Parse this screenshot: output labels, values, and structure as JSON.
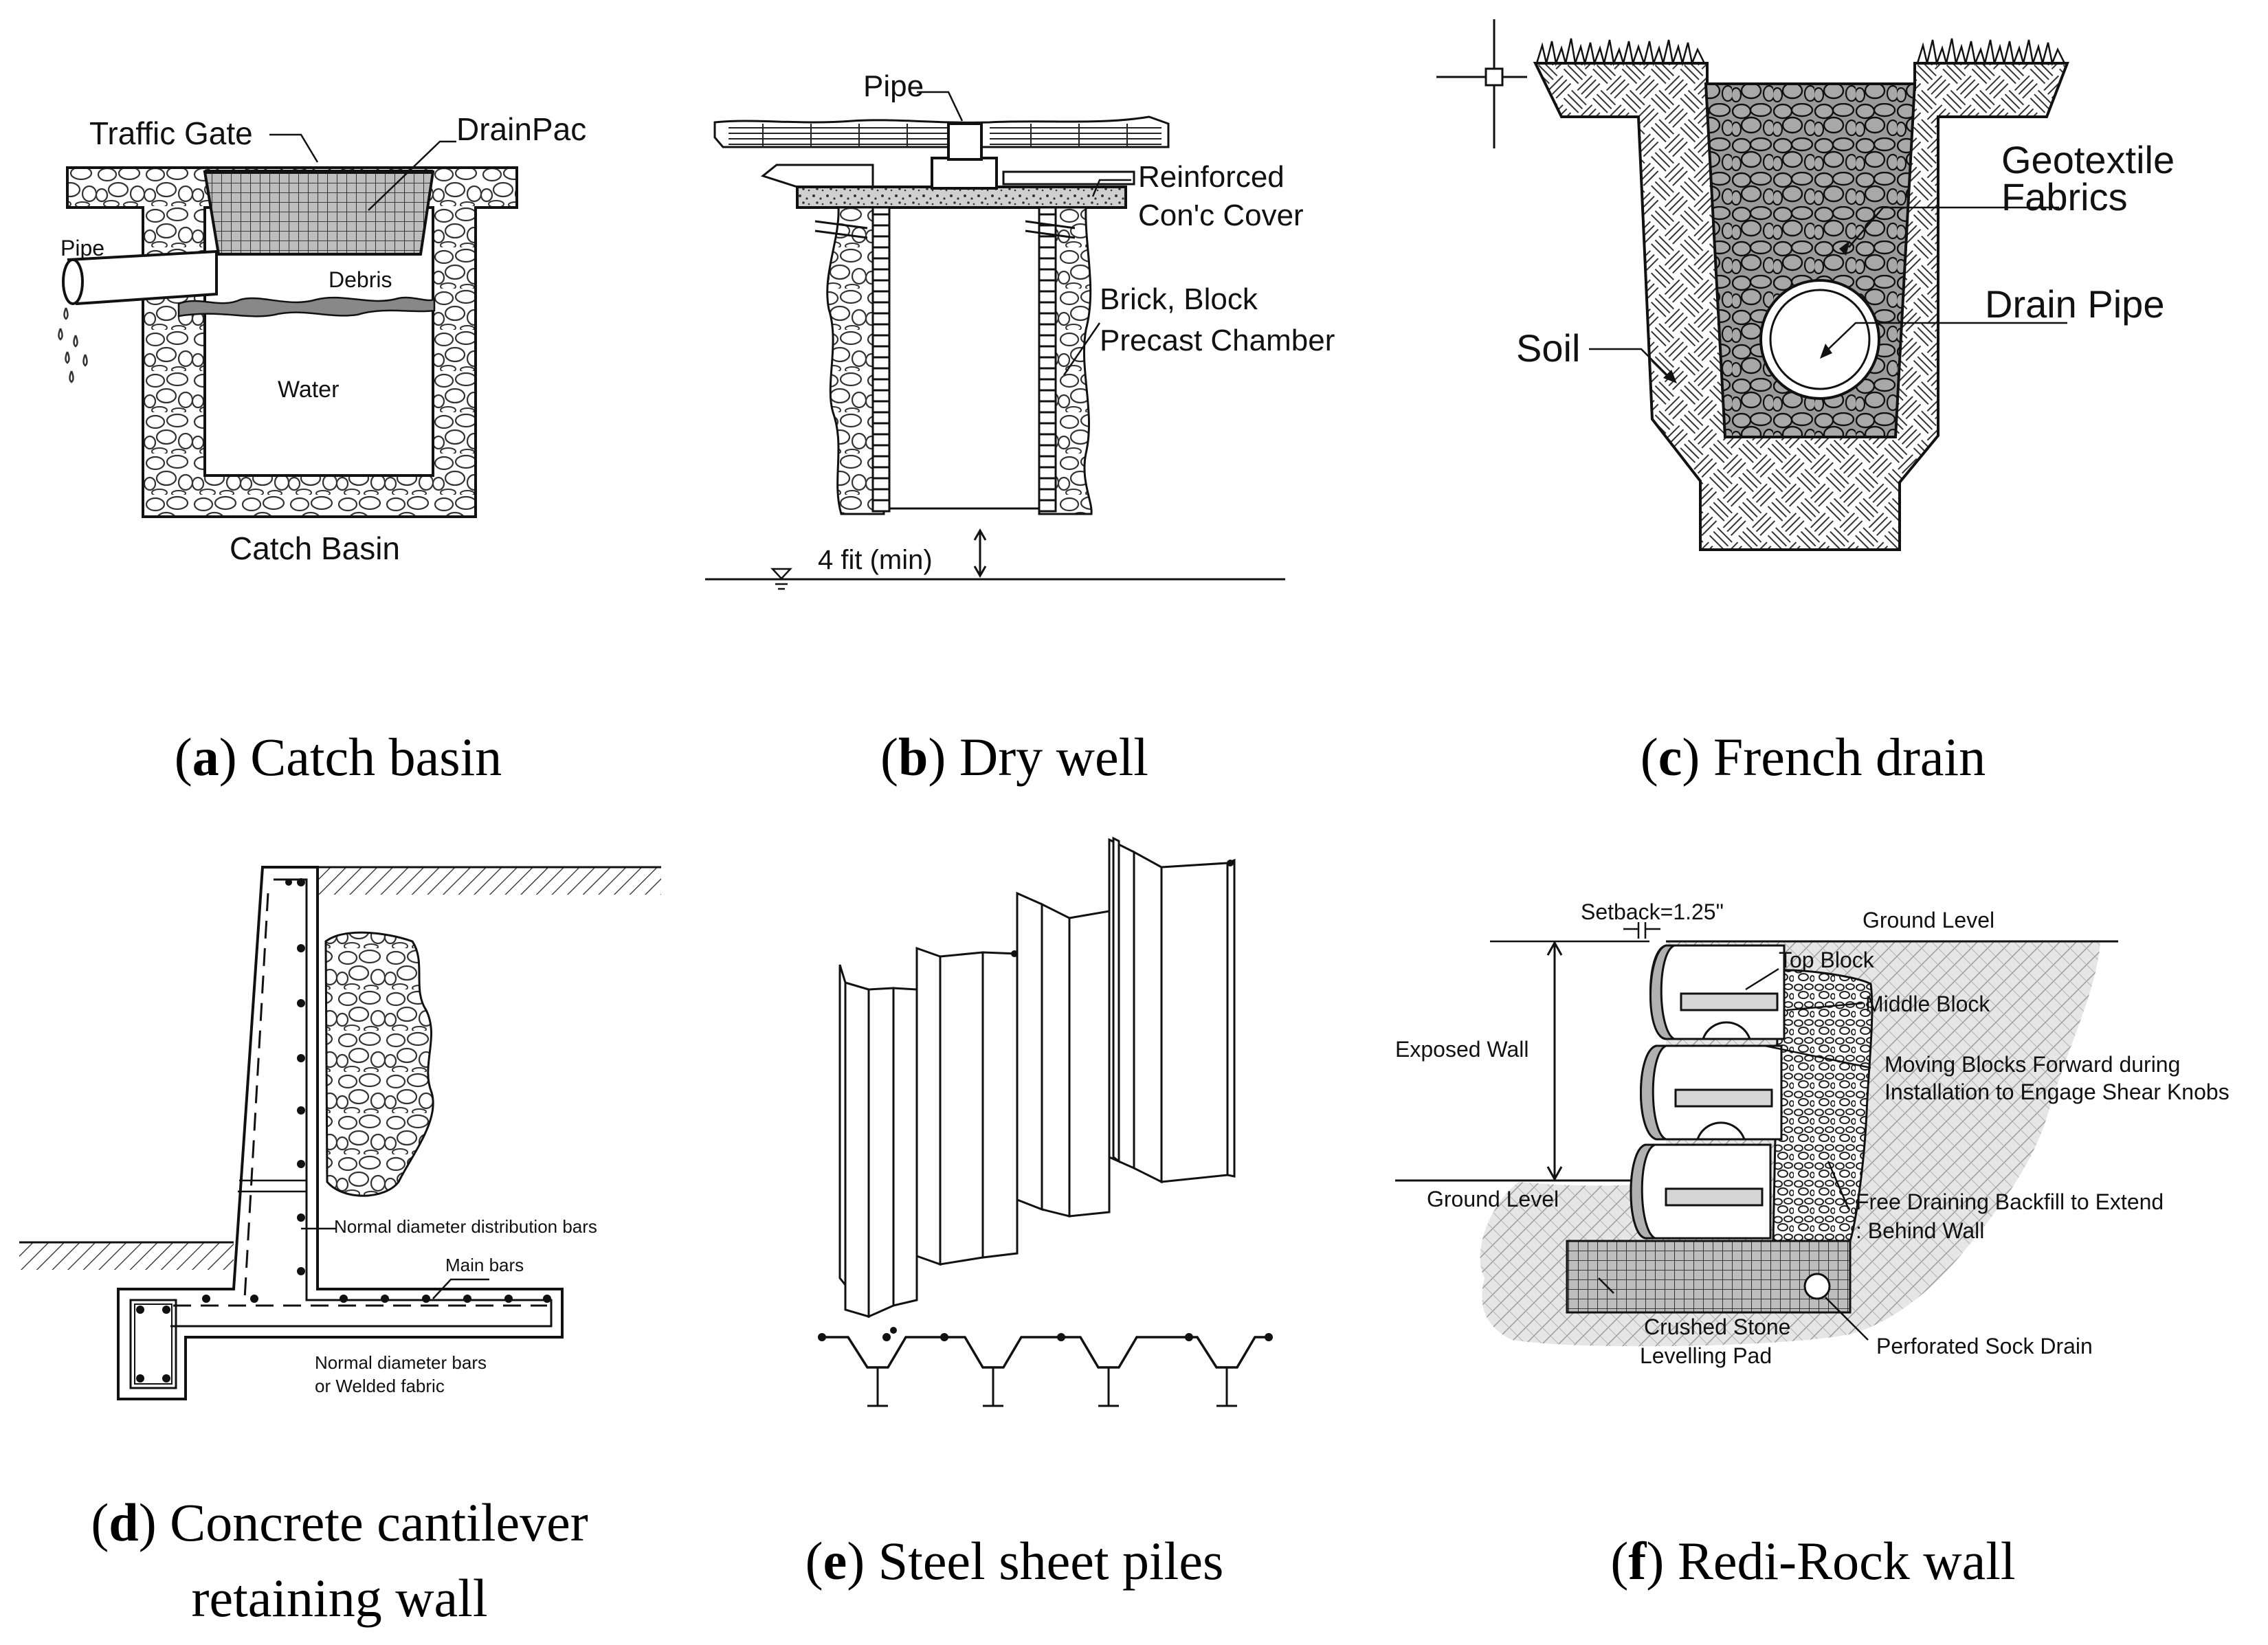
{
  "panels": {
    "a": {
      "caption_letter": "a",
      "caption_text": "Catch basin",
      "labels": {
        "traffic_gate": "Traffic Gate",
        "drainpac": "DrainPac",
        "pipe": "Pipe",
        "debris": "Debris",
        "water": "Water",
        "catch_basin": "Catch Basin"
      }
    },
    "b": {
      "caption_letter": "b",
      "caption_text": "Dry well",
      "labels": {
        "pipe": "Pipe",
        "cover_1": "Reinforced",
        "cover_2": "Con'c Cover",
        "chamber_1": "Brick, Block",
        "chamber_2": "Precast Chamber",
        "min_depth": "4 fit (min)"
      }
    },
    "c": {
      "caption_letter": "c",
      "caption_text": "French drain",
      "labels": {
        "geotextile_1": "Geotextile",
        "geotextile_2": "Fabrics",
        "drain_pipe": "Drain Pipe",
        "soil": "Soil"
      }
    },
    "d": {
      "caption_letter": "d",
      "caption_text_1": "Concrete cantilever",
      "caption_text_2": "retaining wall",
      "labels": {
        "distribution_bars": "Normal diameter distribution bars",
        "main_bars": "Main bars",
        "bars_1": "Normal diameter bars",
        "bars_2": "or Welded fabric"
      }
    },
    "e": {
      "caption_letter": "e",
      "caption_text": "Steel sheet piles"
    },
    "f": {
      "caption_letter": "f",
      "caption_text": "Redi-Rock wall",
      "labels": {
        "setback": "Setback=1.25\"",
        "ground_level_top": "Ground Level",
        "top_block": "Top Block",
        "middle_block": "Middle Block",
        "exposed_wall": "Exposed Wall",
        "moving_1": "Moving Blocks Forward during",
        "moving_2": "Installation to Engage Shear Knobs",
        "ground_level": "Ground Level",
        "backfill_1": "Free Draining Backfill to Extend",
        "backfill_2": ": Behind Wall",
        "crushed_1": "Crushed Stone",
        "crushed_2": "Levelling Pad",
        "sock_drain": "Perforated Sock Drain"
      }
    }
  }
}
